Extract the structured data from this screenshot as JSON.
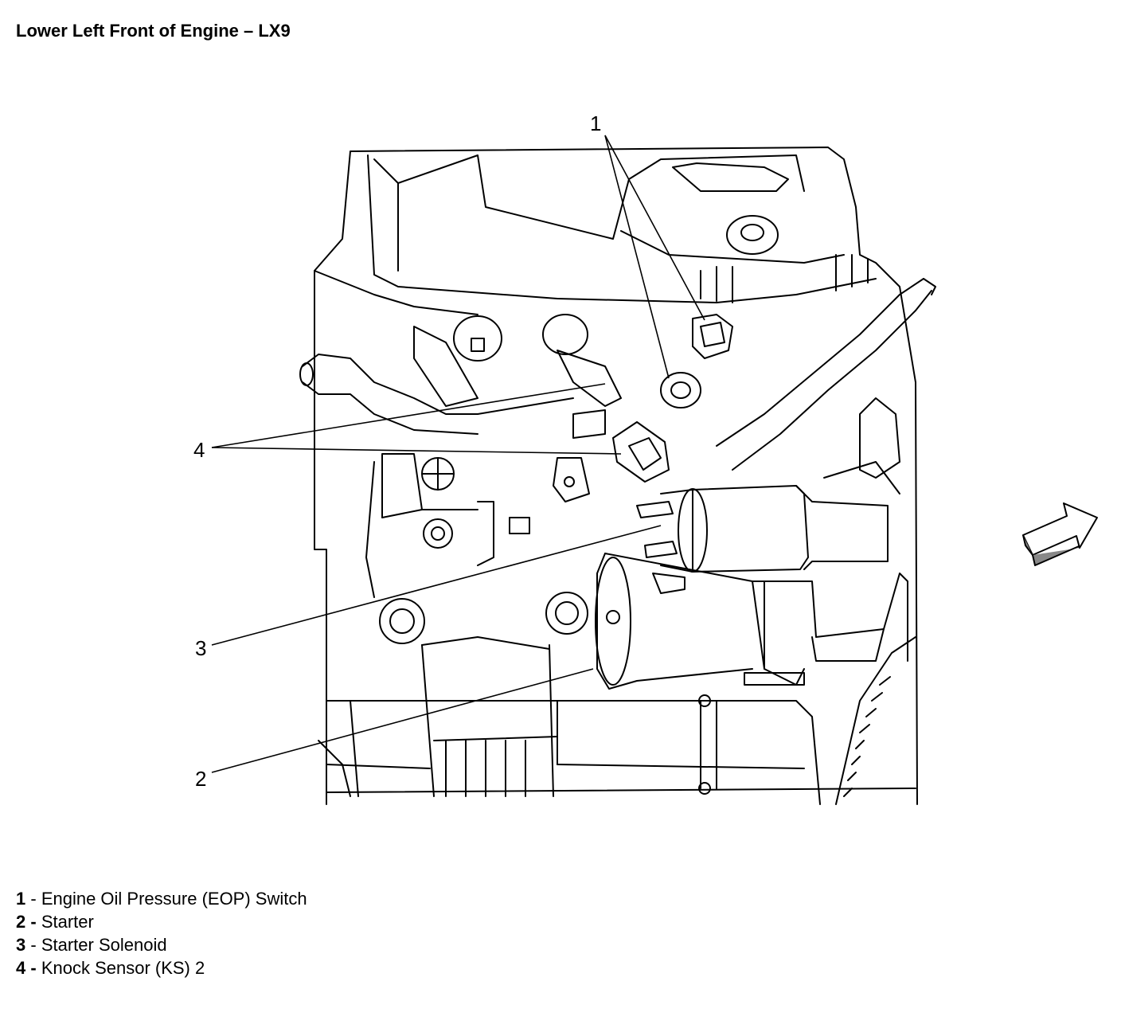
{
  "title": "Lower Left Front of Engine – LX9",
  "callouts": [
    {
      "id": "1"
    },
    {
      "id": "2"
    },
    {
      "id": "3"
    },
    {
      "id": "4"
    }
  ],
  "legend": [
    {
      "num": "1",
      "sep": " - ",
      "label": "Engine Oil Pressure (EOP) Switch"
    },
    {
      "num": "2",
      "sep": " - ",
      "label": "Starter"
    },
    {
      "num": "3",
      "sep": " - ",
      "label": "Starter Solenoid"
    },
    {
      "num": "4",
      "sep": " - ",
      "label": "Knock Sensor (KS) 2"
    }
  ],
  "icons": {
    "direction_arrow": "front-direction-arrow-icon"
  },
  "colors": {
    "line": "#000000",
    "background": "#ffffff"
  }
}
